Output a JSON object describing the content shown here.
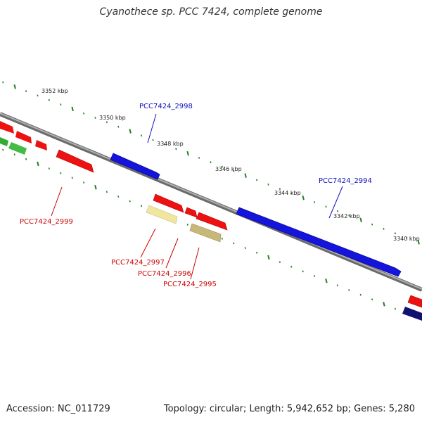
{
  "title": "Cyanothece sp. PCC 7424, complete genome",
  "footer": {
    "accession": "Accession: NC_011729",
    "summary": "Topology: circular; Length: 5,942,652 bp; Genes: 5,280"
  },
  "colors": {
    "backbone": "#8a8a8a",
    "ticks": "#208020",
    "forward_gene": "#1414dd",
    "reverse_gene": "#ee1111",
    "pale_gene": "#f0e6a0",
    "olive_gene": "#c8b878",
    "green_gene": "#33aa33",
    "navy_gene": "#101070"
  },
  "kbp_labels": [
    {
      "id": "3352",
      "text": "3352 kbp"
    },
    {
      "id": "3350",
      "text": "3350 kbp"
    },
    {
      "id": "3348",
      "text": "3348 kbp"
    },
    {
      "id": "3346",
      "text": "3346 kbp"
    },
    {
      "id": "3344",
      "text": "3344 kbp"
    },
    {
      "id": "3342",
      "text": "3342 kbp"
    },
    {
      "id": "3340",
      "text": "3340 kbp"
    }
  ],
  "gene_labels": [
    {
      "id": "2998",
      "text": "PCC7424_2998",
      "strand": "forward"
    },
    {
      "id": "2994",
      "text": "PCC7424_2994",
      "strand": "forward"
    },
    {
      "id": "2999",
      "text": "PCC7424_2999",
      "strand": "reverse"
    },
    {
      "id": "2997",
      "text": "PCC7424_2997",
      "strand": "reverse"
    },
    {
      "id": "2996",
      "text": "PCC7424_2996",
      "strand": "reverse"
    },
    {
      "id": "2995",
      "text": "PCC7424_2995",
      "strand": "reverse"
    }
  ]
}
